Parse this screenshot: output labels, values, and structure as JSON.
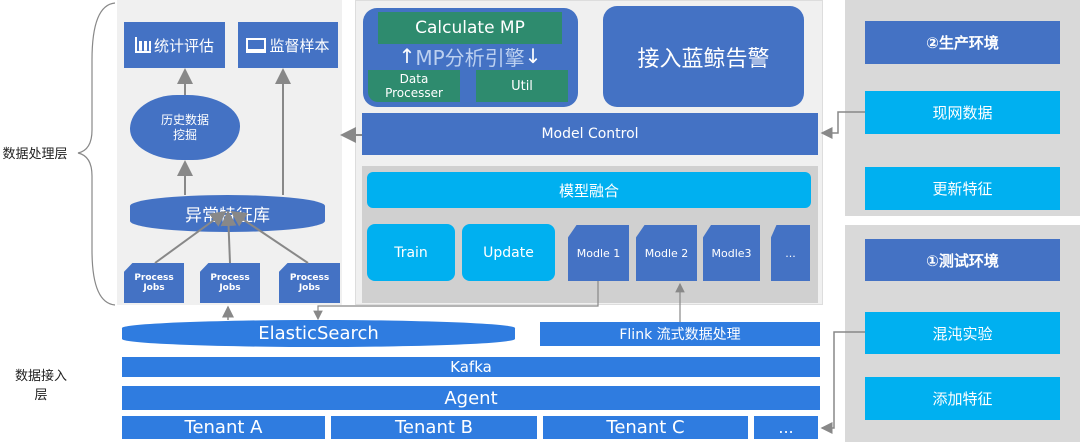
{
  "layers": {
    "processing": "数据处理层",
    "ingestion": "数据接入层"
  },
  "left_panel": {
    "stats": "统计评估",
    "monitor": "监督样本",
    "cloud": "历史数据\n挖掘",
    "feature_db": "异常特征库",
    "jobs": [
      "Process\nJobs",
      "Process\nJobs",
      "Process\nJobs"
    ]
  },
  "mp_engine": {
    "calculate": "Calculate MP",
    "title": "MP分析引擎",
    "data_processer": "Data\nProcesser",
    "util": "Util"
  },
  "alert": "接入蓝鲸告警",
  "model_control": "Model Control",
  "fusion": "模型融合",
  "train": "Train",
  "update": "Update",
  "models": [
    "Modle 1",
    "Modle 2",
    "Modle3",
    "..."
  ],
  "elasticsearch": "ElasticSearch",
  "flink": "Flink 流式数据处理",
  "kafka": "Kafka",
  "agent": "Agent",
  "tenants": [
    "Tenant A",
    "Tenant B",
    "Tenant C",
    "..."
  ],
  "prod": {
    "title": "②生产环境",
    "items": [
      "现网数据",
      "更新特征"
    ]
  },
  "test": {
    "title": "①测试环境",
    "items": [
      "混沌实验",
      "添加特征"
    ]
  },
  "colors": {
    "blue": "#4472c4",
    "cyan": "#00b0f0",
    "green": "#2e8b6e",
    "bar": "#2f7ce0"
  }
}
